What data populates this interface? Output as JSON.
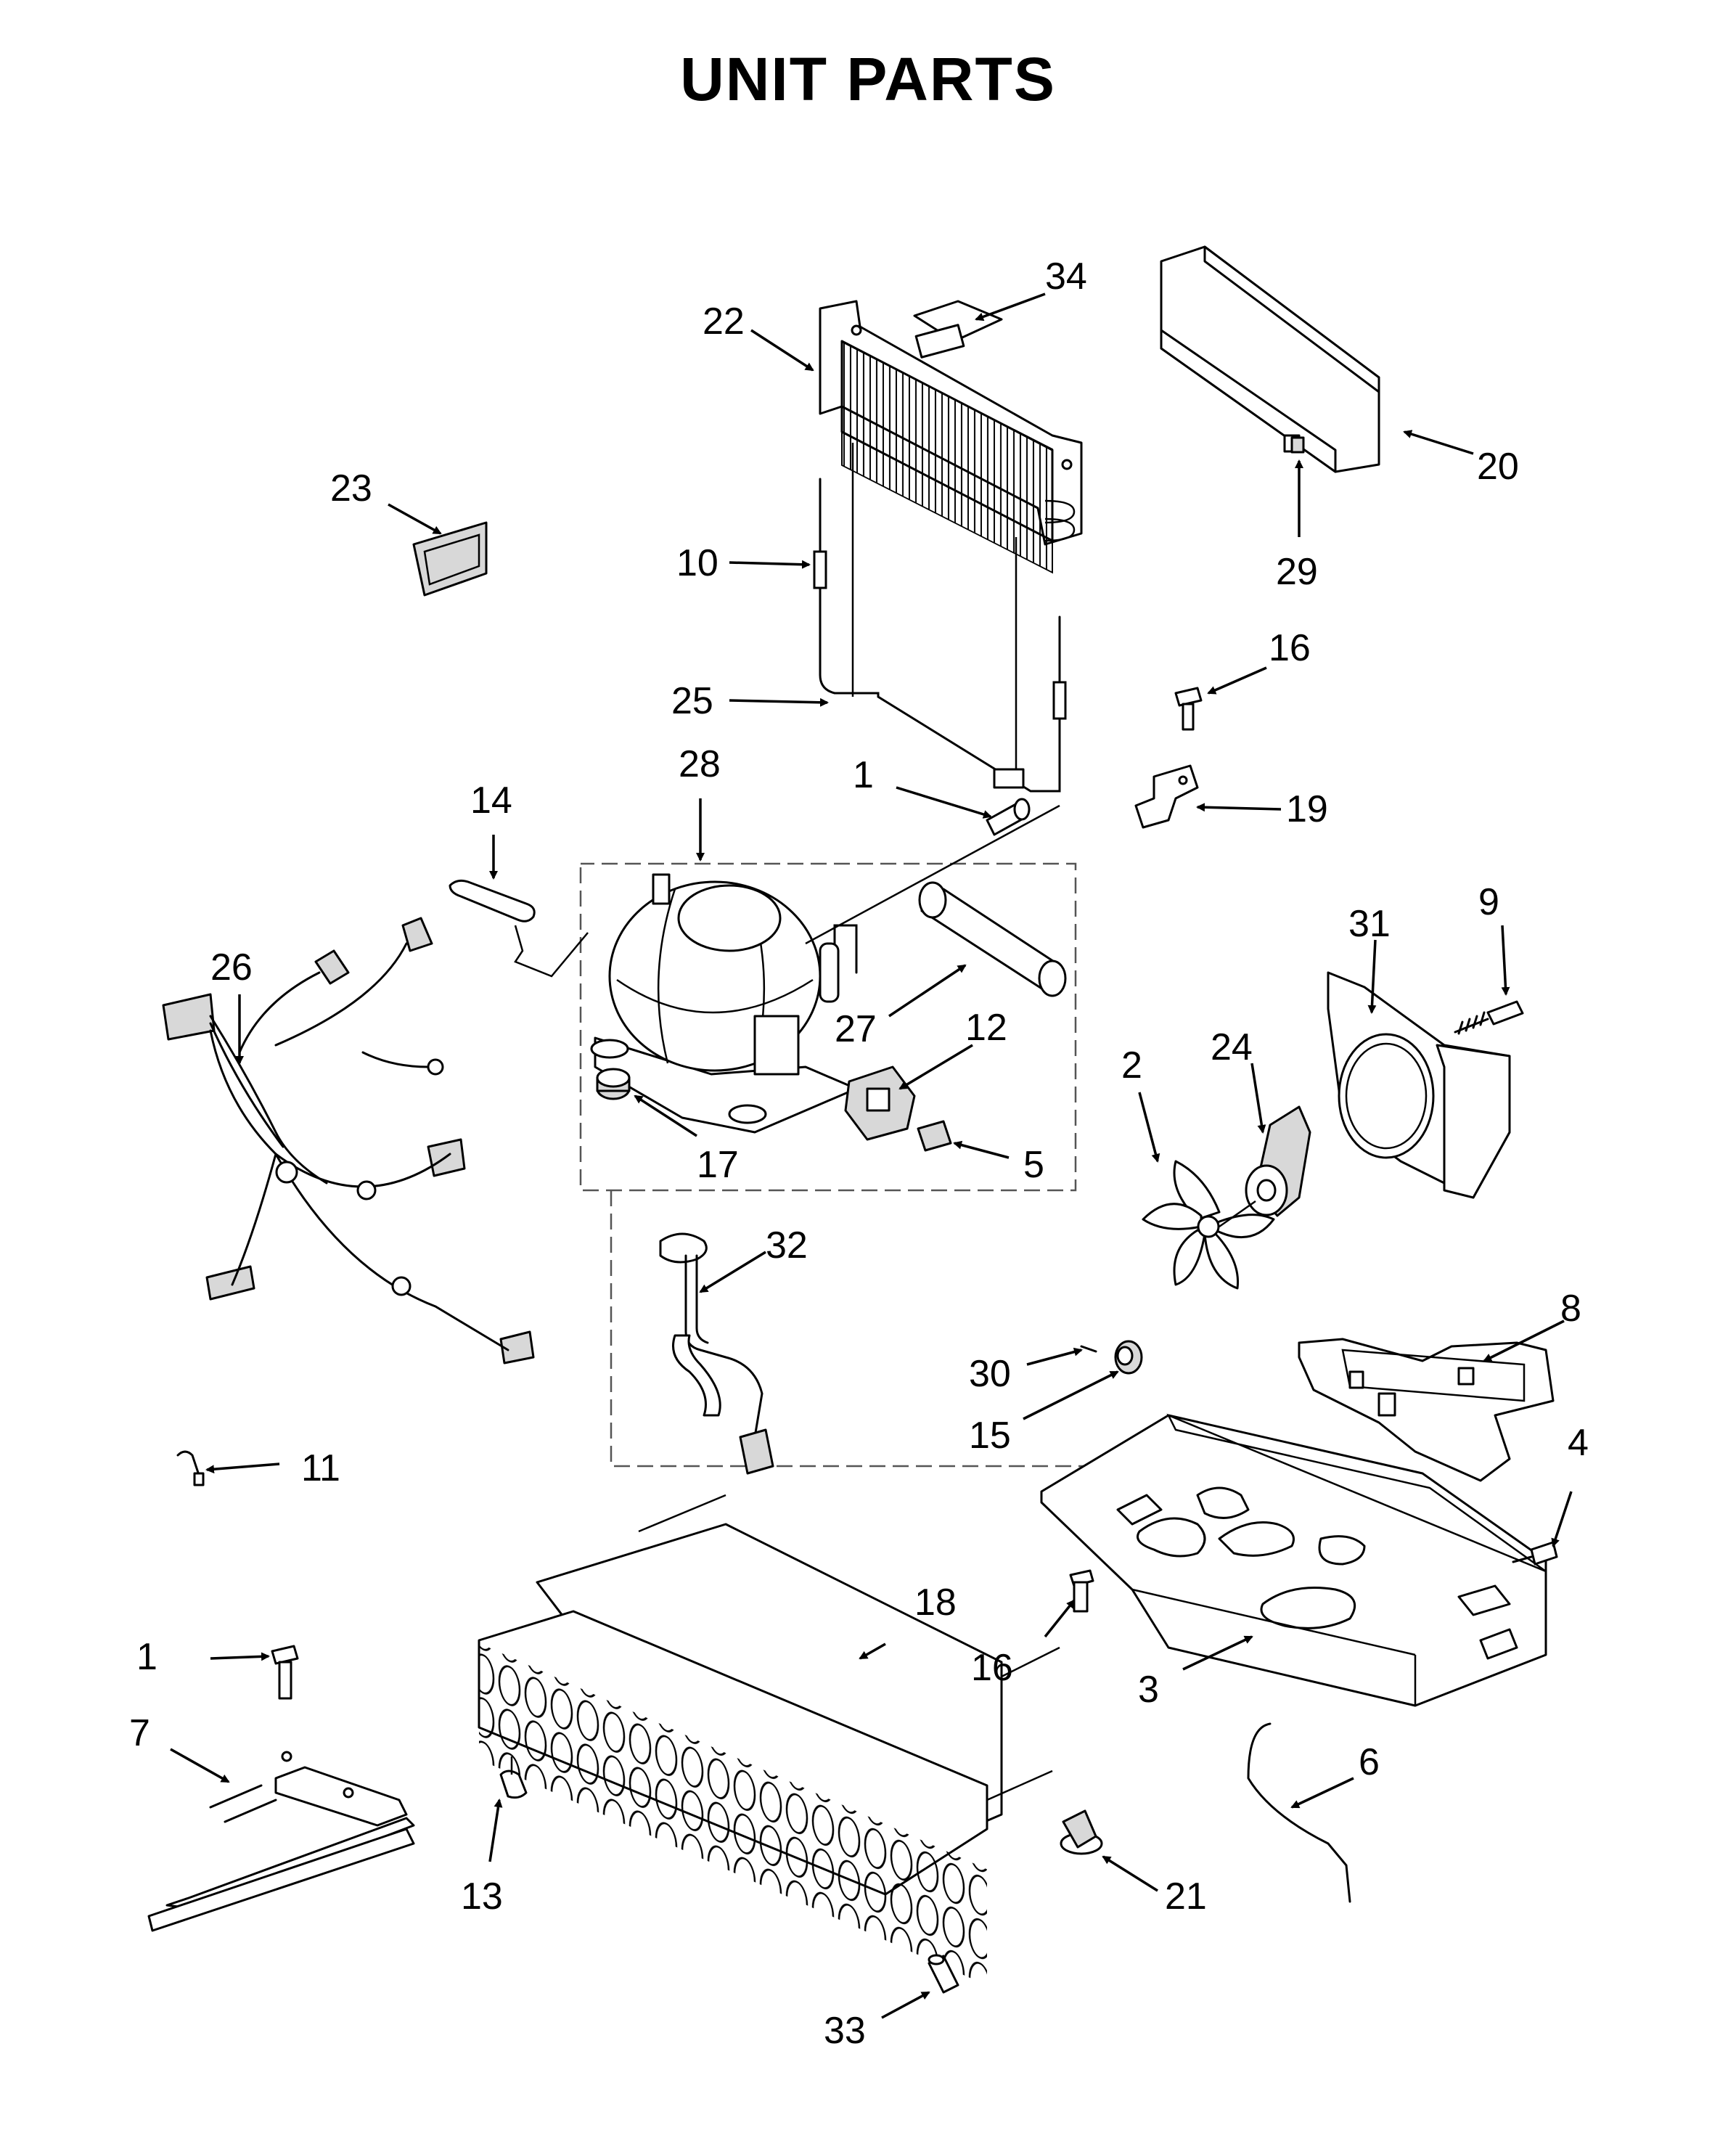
{
  "title": "UNIT PARTS",
  "callouts": {
    "c1a": "1",
    "c1b": "1",
    "c2": "2",
    "c3": "3",
    "c4": "4",
    "c5": "5",
    "c6": "6",
    "c7": "7",
    "c8": "8",
    "c9": "9",
    "c10": "10",
    "c11": "11",
    "c12": "12",
    "c13": "13",
    "c14": "14",
    "c15": "15",
    "c16a": "16",
    "c16b": "16",
    "c17": "17",
    "c18": "18",
    "c19": "19",
    "c20": "20",
    "c21": "21",
    "c22": "22",
    "c23": "23",
    "c24": "24",
    "c25": "25",
    "c26": "26",
    "c27": "27",
    "c28": "28",
    "c29": "29",
    "c30": "30",
    "c31": "31",
    "c32": "32",
    "c33": "33",
    "c34": "34"
  }
}
